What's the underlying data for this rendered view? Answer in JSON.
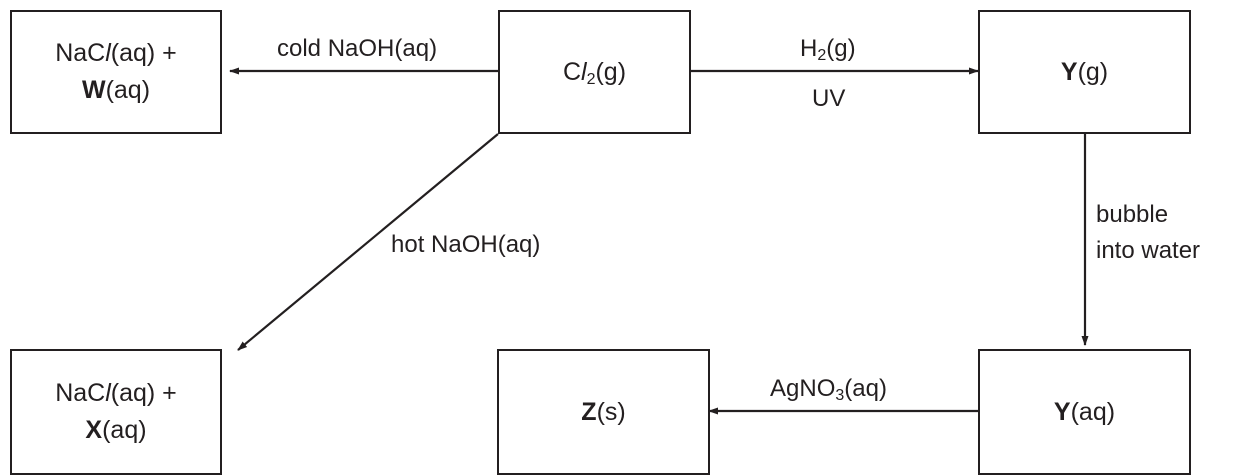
{
  "boxes": {
    "w_product": {
      "line1": "NaCl(aq) +",
      "species": "W",
      "state": "(aq)"
    },
    "chlorine": {
      "prefix": "C",
      "l": "l",
      "sub": "2",
      "state": "(g)"
    },
    "y_gas": {
      "species": "Y",
      "state": "(g)"
    },
    "x_product": {
      "line1": "NaCl(aq) +",
      "species": "X",
      "state": "(aq)"
    },
    "z_solid": {
      "species": "Z",
      "state": "(s)"
    },
    "y_aq": {
      "species": "Y",
      "state": "(aq)"
    }
  },
  "labels": {
    "cold_naoh": "cold NaOH(aq)",
    "h2": {
      "text": "H",
      "sub": "2",
      "state": "(g)"
    },
    "uv": "UV",
    "hot_naoh": "hot NaOH(aq)",
    "bubble_1": "bubble",
    "bubble_2": "into water",
    "agno3": {
      "text": "AgNO",
      "sub": "3",
      "state": "(aq)"
    }
  }
}
